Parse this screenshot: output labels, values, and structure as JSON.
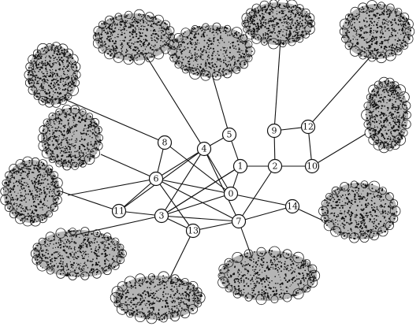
{
  "diagram": {
    "type": "network-graph",
    "nodes": [
      {
        "id": "0",
        "label": "0"
      },
      {
        "id": "1",
        "label": "1"
      },
      {
        "id": "2",
        "label": "2"
      },
      {
        "id": "3",
        "label": "3"
      },
      {
        "id": "4",
        "label": "4"
      },
      {
        "id": "5",
        "label": "5"
      },
      {
        "id": "6",
        "label": "6"
      },
      {
        "id": "7",
        "label": "7"
      },
      {
        "id": "8",
        "label": "8"
      },
      {
        "id": "9",
        "label": "9"
      },
      {
        "id": "10",
        "label": "10"
      },
      {
        "id": "11",
        "label": "11"
      },
      {
        "id": "12",
        "label": "12"
      },
      {
        "id": "13",
        "label": "13"
      },
      {
        "id": "14",
        "label": "14"
      }
    ],
    "edges": [
      [
        "0",
        "1"
      ],
      [
        "1",
        "2"
      ],
      [
        "2",
        "10"
      ],
      [
        "10",
        "12"
      ],
      [
        "12",
        "9"
      ],
      [
        "9",
        "2"
      ],
      [
        "0",
        "6"
      ],
      [
        "0",
        "3"
      ],
      [
        "0",
        "14"
      ],
      [
        "0",
        "8"
      ],
      [
        "0",
        "4"
      ],
      [
        "1",
        "5"
      ],
      [
        "1",
        "3"
      ],
      [
        "6",
        "4"
      ],
      [
        "6",
        "8"
      ],
      [
        "6",
        "11"
      ],
      [
        "6",
        "7"
      ],
      [
        "6",
        "13"
      ],
      [
        "4",
        "3"
      ],
      [
        "4",
        "11"
      ],
      [
        "4",
        "7"
      ],
      [
        "4",
        "5"
      ],
      [
        "3",
        "11"
      ],
      [
        "3",
        "13"
      ],
      [
        "3",
        "7"
      ],
      [
        "3",
        "1"
      ],
      [
        "7",
        "14"
      ],
      [
        "7",
        "2"
      ],
      [
        "7",
        "13"
      ]
    ],
    "clusters": [
      {
        "id": "c1",
        "attached_to": "6"
      },
      {
        "id": "c2",
        "attached_to": "8"
      },
      {
        "id": "c3",
        "attached_to": "4"
      },
      {
        "id": "c4",
        "attached_to": "5"
      },
      {
        "id": "c5",
        "attached_to": "9"
      },
      {
        "id": "c6",
        "attached_to": "12"
      },
      {
        "id": "c7",
        "attached_to": "10"
      },
      {
        "id": "c8",
        "attached_to": "14"
      },
      {
        "id": "c9",
        "attached_to": "7"
      },
      {
        "id": "c10",
        "attached_to": "13"
      },
      {
        "id": "c11",
        "attached_to": "3"
      },
      {
        "id": "c12",
        "attached_to": "11"
      },
      {
        "id": "c13",
        "attached_to": "6"
      }
    ]
  }
}
